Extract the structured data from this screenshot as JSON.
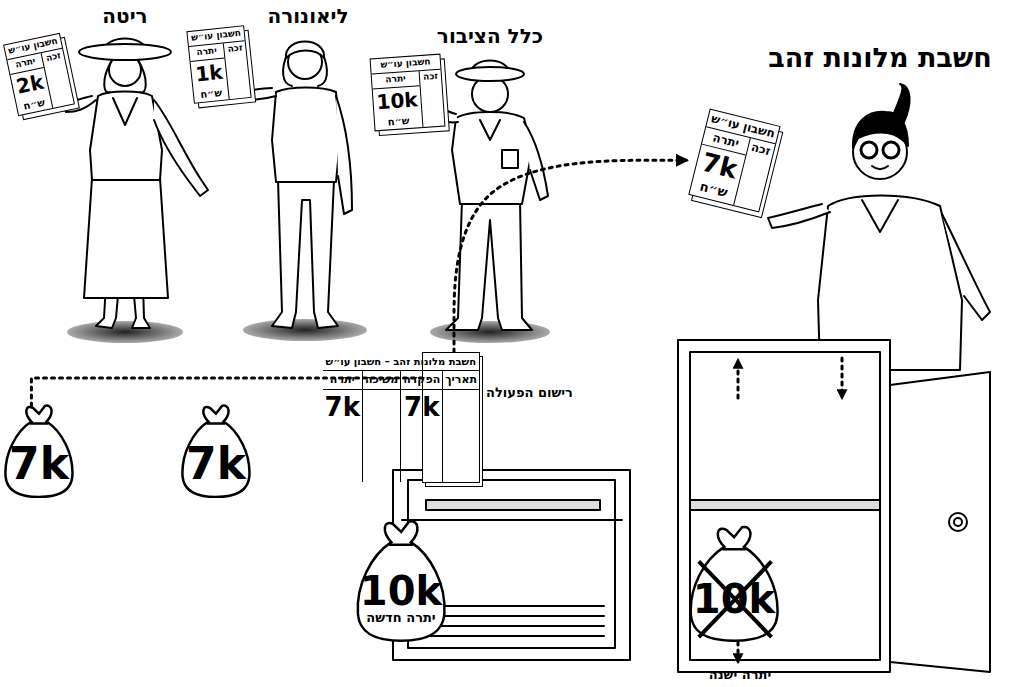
{
  "diagram": {
    "nodes": [
      {
        "text": [
          "חשבון עו״ש",
          "זכה",
          "יתרה",
          "2k",
          "ש״ח"
        ]
      },
      {
        "text": [
          "חשבון עו״ש",
          "זכה",
          "יתרה",
          "1k",
          "ש״ח"
        ]
      },
      {
        "text": [
          "חשבון עו״ש",
          "זכה",
          "יתרה",
          "10k",
          "ש״ח"
        ]
      },
      {
        "text": [
          "חשבון עו״ש",
          "זכה",
          "יתרה",
          "7k",
          "ש״ח"
        ]
      },
      {
        "text": [
          "חשבת מלונות זהב – חשבון עו״ש",
          "תאריך",
          "הפקדה",
          "משיכה",
          "יתרה",
          "7k",
          "7k"
        ]
      },
      {
        "text": [
          "7k"
        ]
      },
      {
        "text": [
          "7k"
        ]
      },
      {
        "text": [
          "10k",
          "יתרה חדשה"
        ]
      },
      {
        "text": [
          "10k"
        ]
      }
    ],
    "edges": [
      {
        "from": 4,
        "to": 3,
        "arrow": "to"
      },
      {
        "from": 5,
        "to": 4,
        "label": "רישום הפעולה",
        "arrow": "to"
      }
    ],
    "labels": [
      "ריטה",
      "ליאונורה",
      "כלל הציבור",
      "חשבת מלונות זהב",
      "יתרה ישנה"
    ]
  }
}
